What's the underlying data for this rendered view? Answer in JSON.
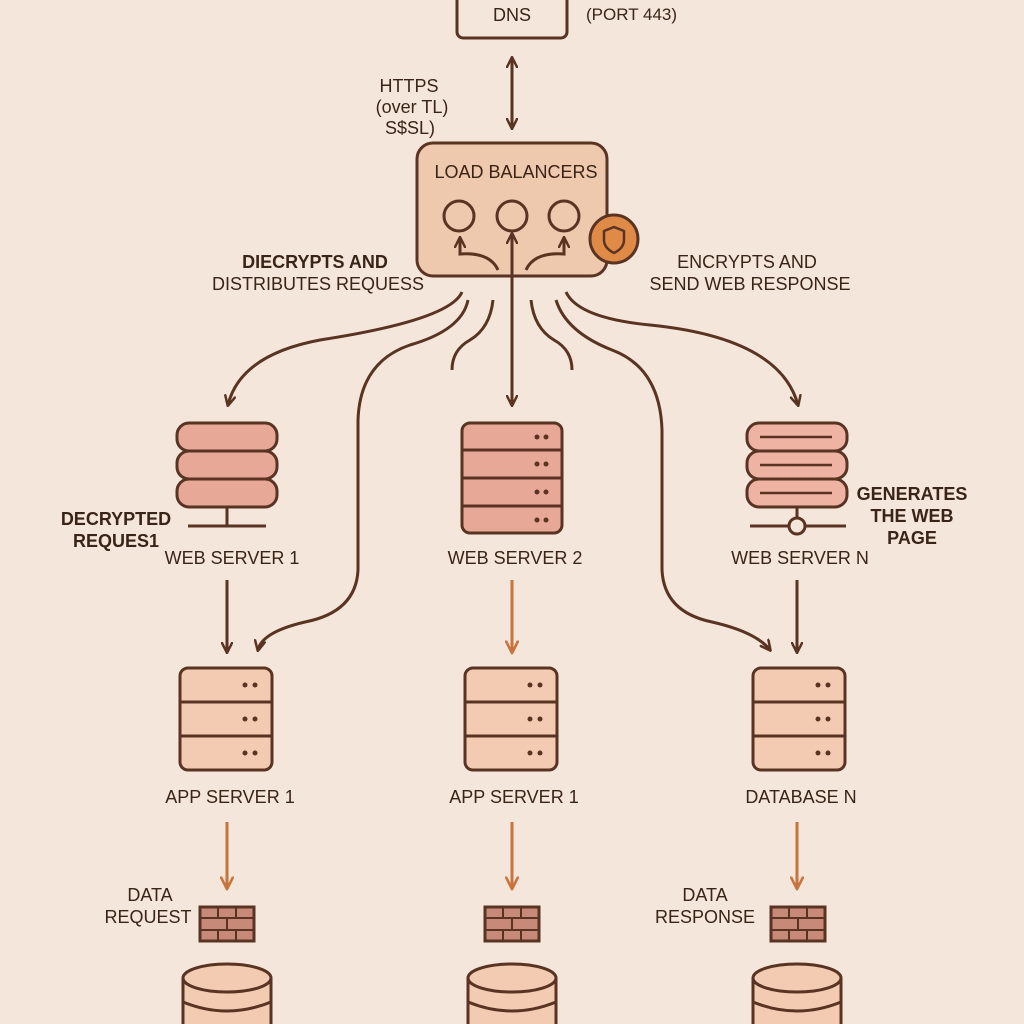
{
  "dns": {
    "label": "DNS",
    "port_note": "(PORT 443)"
  },
  "https_note": {
    "line1": "HTTPS",
    "line2": "(over TL)",
    "line3": "S$SL)"
  },
  "load_balancer": {
    "label": "LOAD BALANCERS"
  },
  "notes": {
    "decrypts_line1": "DIECRYPTS AND",
    "decrypts_line2": "DISTRIBUTES REQUESS",
    "encrypts_line1": "ENCRYPTS AND",
    "encrypts_line2": "SEND WEB RESPONSE",
    "decrypted_line1": "DECRYPTED",
    "decrypted_line2": "REQUES1",
    "generates_line1": "GENERATES",
    "generates_line2": "THE WEB",
    "generates_line3": "PAGE",
    "data_request_line1": "DATA",
    "data_request_line2": "REQUEST",
    "data_response_line1": "DATA",
    "data_response_line2": "RESPONSE"
  },
  "web_servers": [
    {
      "label": "WEB SERVER 1"
    },
    {
      "label": "WEB SERVER 2"
    },
    {
      "label": "WEB SERVER N"
    }
  ],
  "app_servers": [
    {
      "label": "APP SERVER 1"
    },
    {
      "label": "APP SERVER 1"
    },
    {
      "label": "DATABASE N"
    }
  ],
  "colors": {
    "background": "#f4e6da",
    "stroke": "#5a3422",
    "accent_orange": "#c8743c",
    "shield": "#e08a48",
    "lb_fill": "#efc9ae",
    "server_fill": "#e8a898",
    "app_fill": "#f2cbb2",
    "firewall_fill": "#c88a78"
  }
}
